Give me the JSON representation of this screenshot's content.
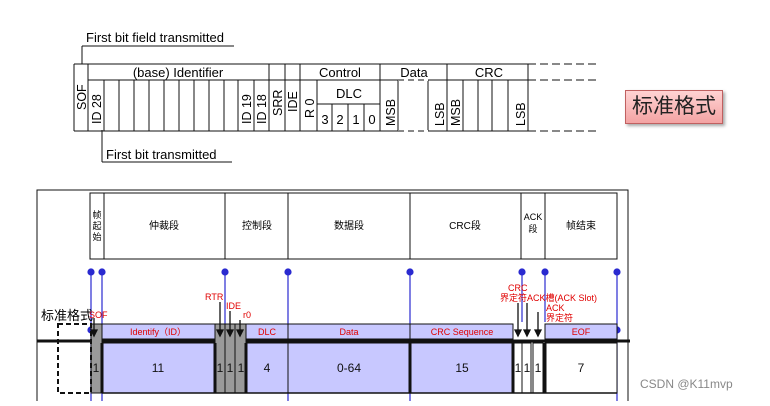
{
  "top_diagram": {
    "first_bit_field_label": "First bit field transmitted",
    "first_bit_label": "First bit transmitted",
    "headers": {
      "identifier": "(base) Identifier",
      "control": "Control",
      "data": "Data",
      "crc": "CRC",
      "dlc": "DLC"
    },
    "bits": {
      "sof": "SOF",
      "id28": "ID 28",
      "id19": "ID 19",
      "id18": "ID 18",
      "srr": "SRR",
      "ide": "IDE",
      "r0": "R 0",
      "msb1": "MSB",
      "lsb1": "LSB",
      "msb2": "MSB",
      "lsb2": "LSB"
    },
    "dlc_bits": [
      "3",
      "2",
      "1",
      "0"
    ]
  },
  "badge": {
    "label": "标准格式"
  },
  "frame": {
    "title_segments": {
      "sof": "帧起始",
      "arbitration": "仲裁段",
      "control": "控制段",
      "data": "数据段",
      "crc": "CRC段",
      "ack": "ACK段",
      "eof": "帧结束"
    },
    "side_label": "标准格式",
    "annotations": {
      "sof": "SOF",
      "rtr": "RTR",
      "ide": "IDE",
      "r0": "r0",
      "crc_delim": "CRC\n界定符",
      "ack_slot": "ACK槽(ACK Slot)",
      "ack_delim": "ACK\n界定符"
    },
    "field_names": {
      "identify": "Identify（ID）",
      "dlc": "DLC",
      "data": "Data",
      "crc_seq": "CRC Sequence",
      "eof": "EOF"
    },
    "bit_counts": {
      "sof": "1",
      "id": "11",
      "rtr": "1",
      "ide": "1",
      "r0": "1",
      "dlc": "4",
      "data": "0-64",
      "crc": "15",
      "crc_delim": "1",
      "ack_slot": "1",
      "ack_delim": "1",
      "eof": "7"
    },
    "colors": {
      "field_fill": "#c8c8ff",
      "grey_bit": "#9a9a9a",
      "blue_line": "#2a2ad0",
      "red_text": "#e00000"
    }
  },
  "watermark": "CSDN @K11mvp"
}
